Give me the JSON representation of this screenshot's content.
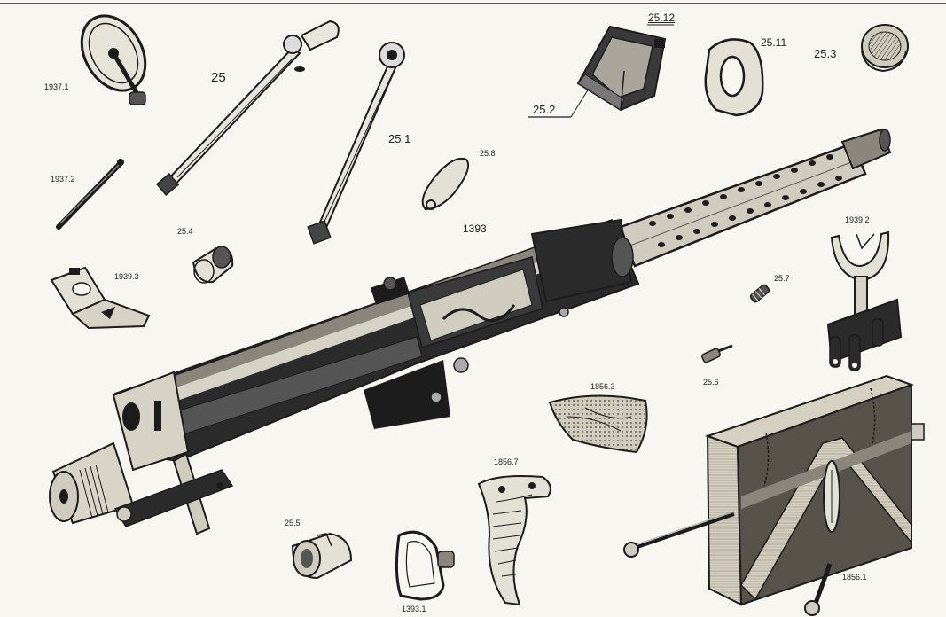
{
  "parts": {
    "p1937_1": "1937.1",
    "p25": "25",
    "p25_1": "25.1",
    "p25_8": "25.8",
    "p1937_2": "1937.2",
    "p25_4": "25.4",
    "p1393": "1393",
    "p1939_3": "1939.3",
    "p25_12": "25.12",
    "p25_11": "25.11",
    "p25_3": "25.3",
    "p25_2": "25.2",
    "p1939_2": "1939.2",
    "p25_7": "25.7",
    "p25_6": "25.6",
    "p1856_3": "1856.3",
    "p1856_7": "1856.7",
    "p25_5": "25.5",
    "p1393_1": "1393.1",
    "p1856_1": "1856.1"
  },
  "colors": {
    "ink": "#1c1c1c",
    "paper": "#f7f6f1",
    "metal_dark": "#2a2a2a",
    "metal_mid": "#6a6a6a",
    "wood": "#c9c3b5"
  }
}
